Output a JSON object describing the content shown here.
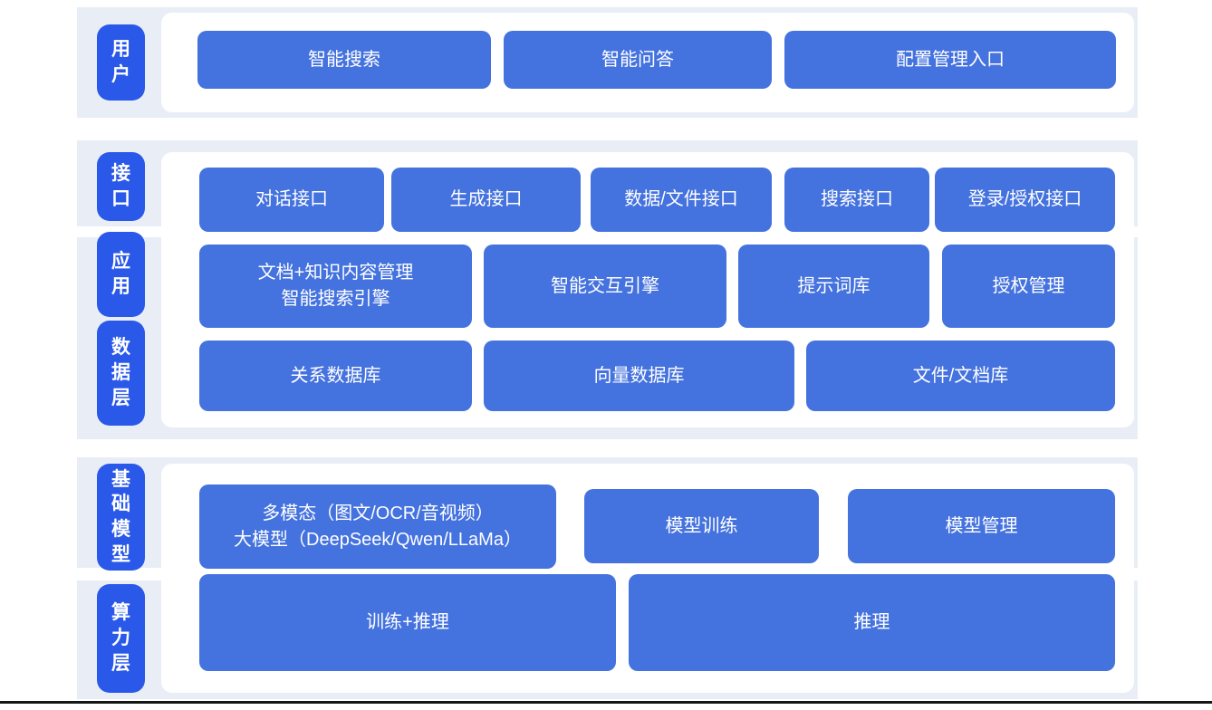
{
  "colors": {
    "band_bg": "#e9eef6",
    "label_blue": "#2a58e8",
    "button_blue": "#4472de",
    "panel_white": "#ffffff",
    "bottom_line": "#151515",
    "text_white": "#ffffff"
  },
  "user_section": {
    "label": "用户",
    "blocks": {
      "smart_search": "智能搜索",
      "smart_qa": "智能问答",
      "config_entry": "配置管理入口"
    }
  },
  "middle_section": {
    "labels": {
      "interface": "接口",
      "application": "应用",
      "data_layer": "数据层"
    },
    "interface_row": {
      "dialog": "对话接口",
      "generate": "生成接口",
      "data_file": "数据/文件接口",
      "search": "搜索接口",
      "login_auth": "登录/授权接口"
    },
    "application_row": {
      "doc_knowledge": "文档+知识内容管理\n智能搜索引擎",
      "interaction_engine": "智能交互引擎",
      "prompt_library": "提示词库",
      "auth_management": "授权管理"
    },
    "data_row": {
      "relational_db": "关系数据库",
      "vector_db": "向量数据库",
      "file_doc_store": "文件/文档库"
    }
  },
  "bottom_section": {
    "labels": {
      "base_model": "基础模型",
      "compute_layer": "算力层"
    },
    "model_row": {
      "multimodal": "多模态（图文/OCR/音视频）\n大模型（DeepSeek/Qwen/LLaMa）",
      "model_training": "模型训练",
      "model_management": "模型管理"
    },
    "compute_row": {
      "train_inference": "训练+推理",
      "inference": "推理"
    }
  }
}
